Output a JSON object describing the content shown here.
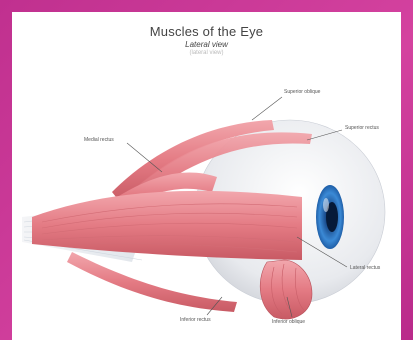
{
  "title": "Muscles of the Eye",
  "subtitle": "Lateral view",
  "labels": {
    "superior_oblique": "Superior oblique",
    "superior_rectus": "Superior rectus",
    "medial_rectus": "Medial rectus",
    "lateral_rectus": "Lateral rectus",
    "inferior_rectus": "Inferior rectus",
    "inferior_oblique": "Inferior oblique"
  },
  "colors": {
    "frame": "#c9369a",
    "muscle": "#e8848c",
    "muscle_dark": "#c95762",
    "eyeball": "#eeeef0",
    "iris": "#2f7fc8",
    "tendon": "#e7ecf0"
  }
}
